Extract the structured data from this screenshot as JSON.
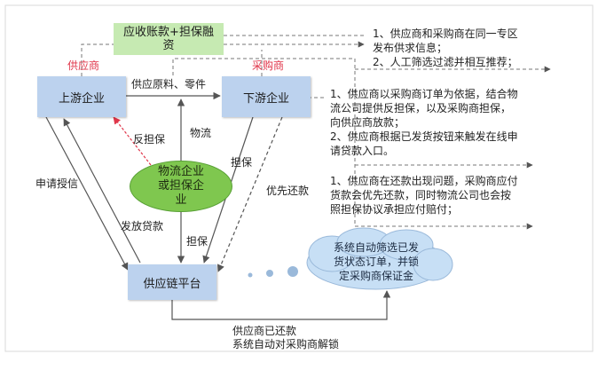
{
  "nodes": {
    "top_box": "应收账款+担保融资",
    "upstream": "上游企业",
    "downstream": "下游企业",
    "supplier_tag": "供应商",
    "buyer_tag": "采购商",
    "center_lines": [
      "物流企业",
      "或担保企",
      "业"
    ],
    "platform": "供应链平台",
    "cloud_lines": [
      "系统自动筛选已发",
      "货状态订单，并锁",
      "定采购商保证金"
    ]
  },
  "edges": {
    "supply": "供应原料、零件",
    "counter_guarantee": "反担保",
    "logistics": "物流",
    "apply_credit": "申请授信",
    "guarantee_right": "担保",
    "priority_repay": "优先还款",
    "loan_release": "发放贷款",
    "guarantee_bottom": "担保",
    "repaid_lines": [
      "供应商已还款",
      "系统自动对采购商解锁"
    ]
  },
  "notes": [
    [
      "1、供应商和采购商在同一专区",
      "发布供求信息；",
      "2、人工筛选过滤并相互推荐；"
    ],
    [
      "1、供应商以采购商订单为依据，结合物",
      "流公司提供反担保，以及采购商担保，",
      "向供应商放款；",
      "2、供应商根据已发货按钮来触发在线申",
      "请贷款入口。"
    ],
    [
      "1、供应商在还款出现问题，采购商应付",
      "货款会优先还款，同时物流公司也会按",
      "照担保协议承担应付赔付；"
    ]
  ],
  "colors": {
    "box_fill": "#bcd2ee",
    "center_fill": "#7fc74f",
    "cloud_fill": "#c7dff5",
    "tag_red": "#e0364a",
    "line": "#555555"
  }
}
